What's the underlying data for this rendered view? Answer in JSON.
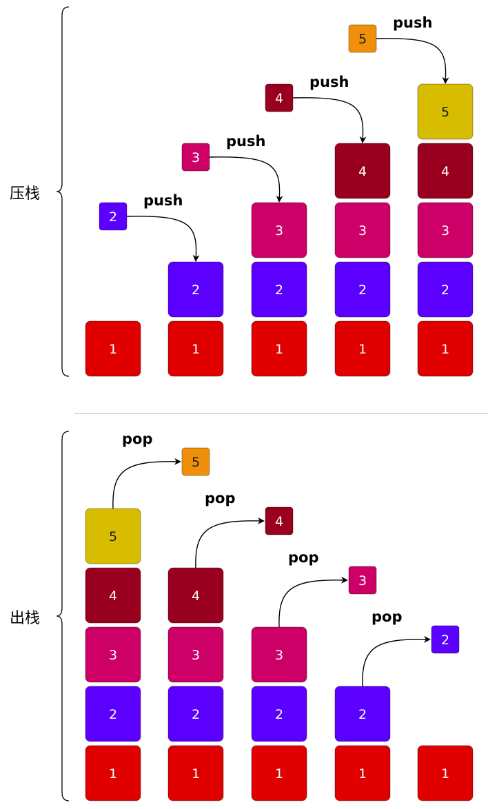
{
  "colors": {
    "v1": "#e00000",
    "v2": "#5b00ff",
    "v3": "#cc0066",
    "v4": "#990020",
    "v5_stack": "#d8bc00",
    "v5_moving": "#f0900a",
    "text_light": "#ffffff",
    "text_dark": "#1a1a1a",
    "divider": "#cccccc"
  },
  "push_section": {
    "label": "压栈",
    "op_label": "push",
    "stacks": [
      [
        "1"
      ],
      [
        "1",
        "2"
      ],
      [
        "1",
        "2",
        "3"
      ],
      [
        "1",
        "2",
        "3",
        "4"
      ],
      [
        "1",
        "2",
        "3",
        "4",
        "5"
      ]
    ],
    "incoming": [
      {
        "value": "2",
        "label": "push"
      },
      {
        "value": "3",
        "label": "push"
      },
      {
        "value": "4",
        "label": "push"
      },
      {
        "value": "5",
        "label": "push"
      }
    ]
  },
  "pop_section": {
    "label": "出栈",
    "op_label": "pop",
    "stacks": [
      [
        "1",
        "2",
        "3",
        "4",
        "5"
      ],
      [
        "1",
        "2",
        "3",
        "4"
      ],
      [
        "1",
        "2",
        "3"
      ],
      [
        "1",
        "2"
      ],
      [
        "1"
      ]
    ],
    "outgoing": [
      {
        "value": "5",
        "label": "pop"
      },
      {
        "value": "4",
        "label": "pop"
      },
      {
        "value": "3",
        "label": "pop"
      },
      {
        "value": "2",
        "label": "pop"
      }
    ]
  }
}
